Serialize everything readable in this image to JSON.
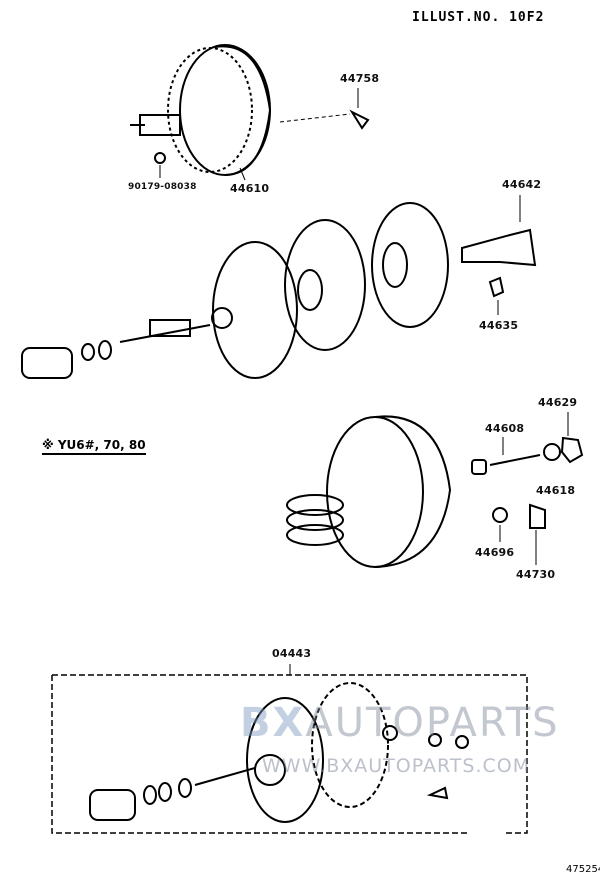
{
  "header": {
    "illust_no": "ILLUST.NO. 10F2"
  },
  "note": {
    "text": "※ YU6#, 70, 80"
  },
  "labels": {
    "p44758": "44758",
    "p44610": "44610",
    "p90179": "90179-08038",
    "p44642": "44642",
    "p44635": "44635",
    "p44629": "44629",
    "p44608": "44608",
    "p44618": "44618",
    "p44696": "44696",
    "p44730": "44730",
    "p04443": "04443"
  },
  "watermark": {
    "brand_bold": "BX",
    "brand_rest": "AUTOPARTS",
    "url": "WWW.BXAUTOPARTS.COM"
  },
  "footer": {
    "image_code": "475254"
  }
}
